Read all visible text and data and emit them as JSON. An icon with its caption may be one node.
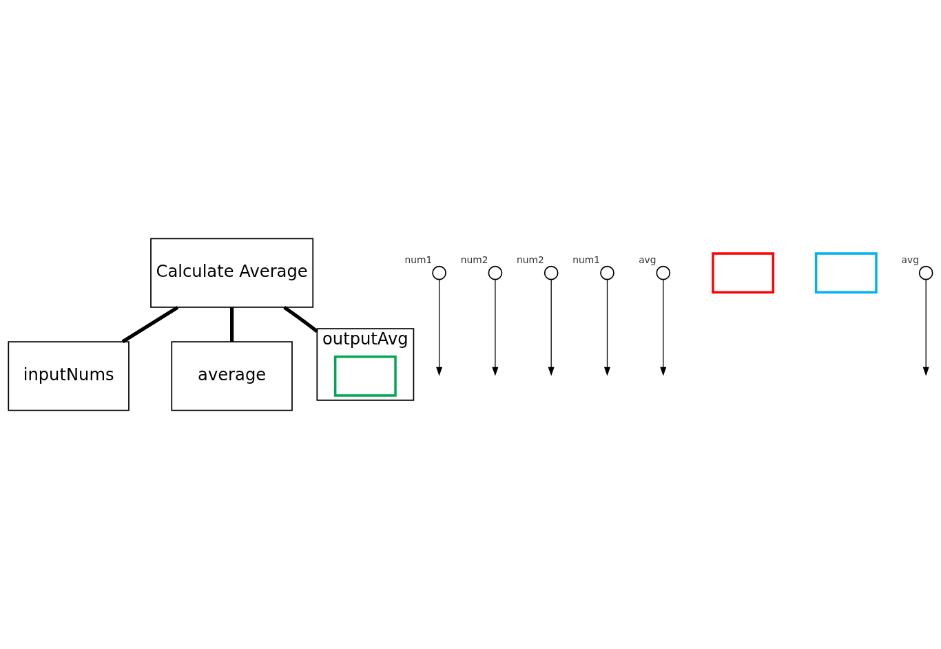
{
  "diagram": {
    "nodes": [
      {
        "text": [
          "Calculate Average"
        ]
      },
      {
        "text": [
          "inputNums"
        ]
      },
      {
        "text": [
          "average"
        ]
      },
      {
        "text": [
          "outputAvg"
        ]
      },
      {
        "text": [],
        "shape": "box",
        "in": 3
      },
      {
        "text": [],
        "shape": "circle",
        "beside": [
          "num1"
        ]
      },
      {
        "text": [],
        "shape": "circle",
        "beside": [
          "num2"
        ]
      },
      {
        "text": [],
        "shape": "circle",
        "beside": [
          "num2"
        ]
      },
      {
        "text": [],
        "shape": "circle",
        "beside": [
          "num1"
        ]
      },
      {
        "text": [],
        "shape": "circle",
        "beside": [
          "avg"
        ]
      },
      {
        "text": [],
        "shape": "box"
      },
      {
        "text": [],
        "shape": "box"
      },
      {
        "text": [],
        "shape": "circle",
        "beside": [
          "avg"
        ]
      }
    ],
    "edges": [
      {
        "from": 0,
        "to": 1,
        "arrow": "none",
        "style": "thick"
      },
      {
        "from": 0,
        "to": 2,
        "arrow": "none",
        "style": "thick"
      },
      {
        "from": 0,
        "to": 3,
        "arrow": "none",
        "style": "thick"
      },
      {
        "from": 5,
        "to": null,
        "arrow": "to"
      },
      {
        "from": 6,
        "to": null,
        "arrow": "to"
      },
      {
        "from": 7,
        "to": null,
        "arrow": "to"
      },
      {
        "from": 8,
        "to": null,
        "arrow": "to"
      },
      {
        "from": 9,
        "to": null,
        "arrow": "to"
      },
      {
        "from": 12,
        "to": null,
        "arrow": "to"
      }
    ]
  }
}
